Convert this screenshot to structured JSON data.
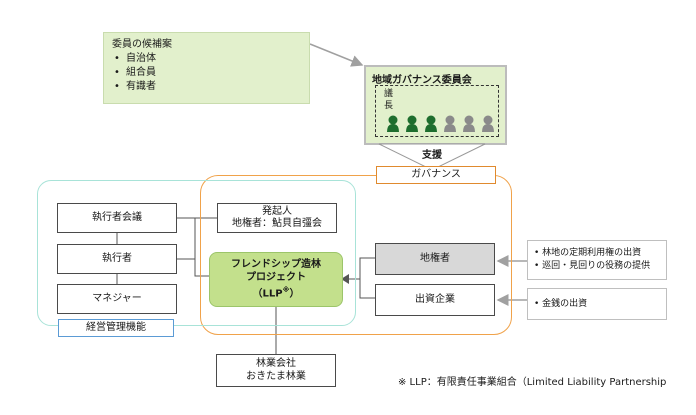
{
  "candidates": {
    "title": "委員の候補案",
    "items": [
      "自治体",
      "組合員",
      "有識者"
    ]
  },
  "council": {
    "title": "地域ガバナンス委員会",
    "chair": [
      "議",
      "長"
    ],
    "members": [
      {
        "color": "#1e6e2e"
      },
      {
        "color": "#1e6e2e"
      },
      {
        "color": "#1e6e2e"
      },
      {
        "color": "#8a8a8a"
      },
      {
        "color": "#8a8a8a"
      },
      {
        "color": "#8a8a8a"
      }
    ]
  },
  "support_label": "支援",
  "governance_label": "ガバナンス",
  "left_column": {
    "exec_meeting": "執行者会議",
    "executor": "執行者",
    "manager": "マネジャー"
  },
  "initiator": {
    "line1": "発起人",
    "line2": "地権者：鮎貝自彊会"
  },
  "llp": {
    "line1": "フレンドシップ造林",
    "line2": "プロジェクト",
    "line3": "（LLP",
    "line3_mark": "※",
    "line3_end": "）"
  },
  "landowner": "地権者",
  "investor": "出資企業",
  "mgmt_label": "経営管理機能",
  "forestry_company": {
    "line1": "林業会社",
    "line2": "おきたま林業"
  },
  "landowner_notes": [
    "林地の定期利用権の出資",
    "巡回・見回りの役務の提供"
  ],
  "investor_note": "金銭の出資",
  "footnote": "※ LLP：有限責任事業組合（Limited Liability Partnership",
  "colors": {
    "candidate_fill": "#e2f0cc",
    "llp_fill": "#c3e08c",
    "landowner_fill": "#d8d8d8",
    "orange_frame": "#f0a24a",
    "teal_frame": "#a8e3d8",
    "mgmt_border": "#5b9bd5",
    "member_green": "#1e6e2e",
    "member_gray": "#8a8a8a"
  }
}
